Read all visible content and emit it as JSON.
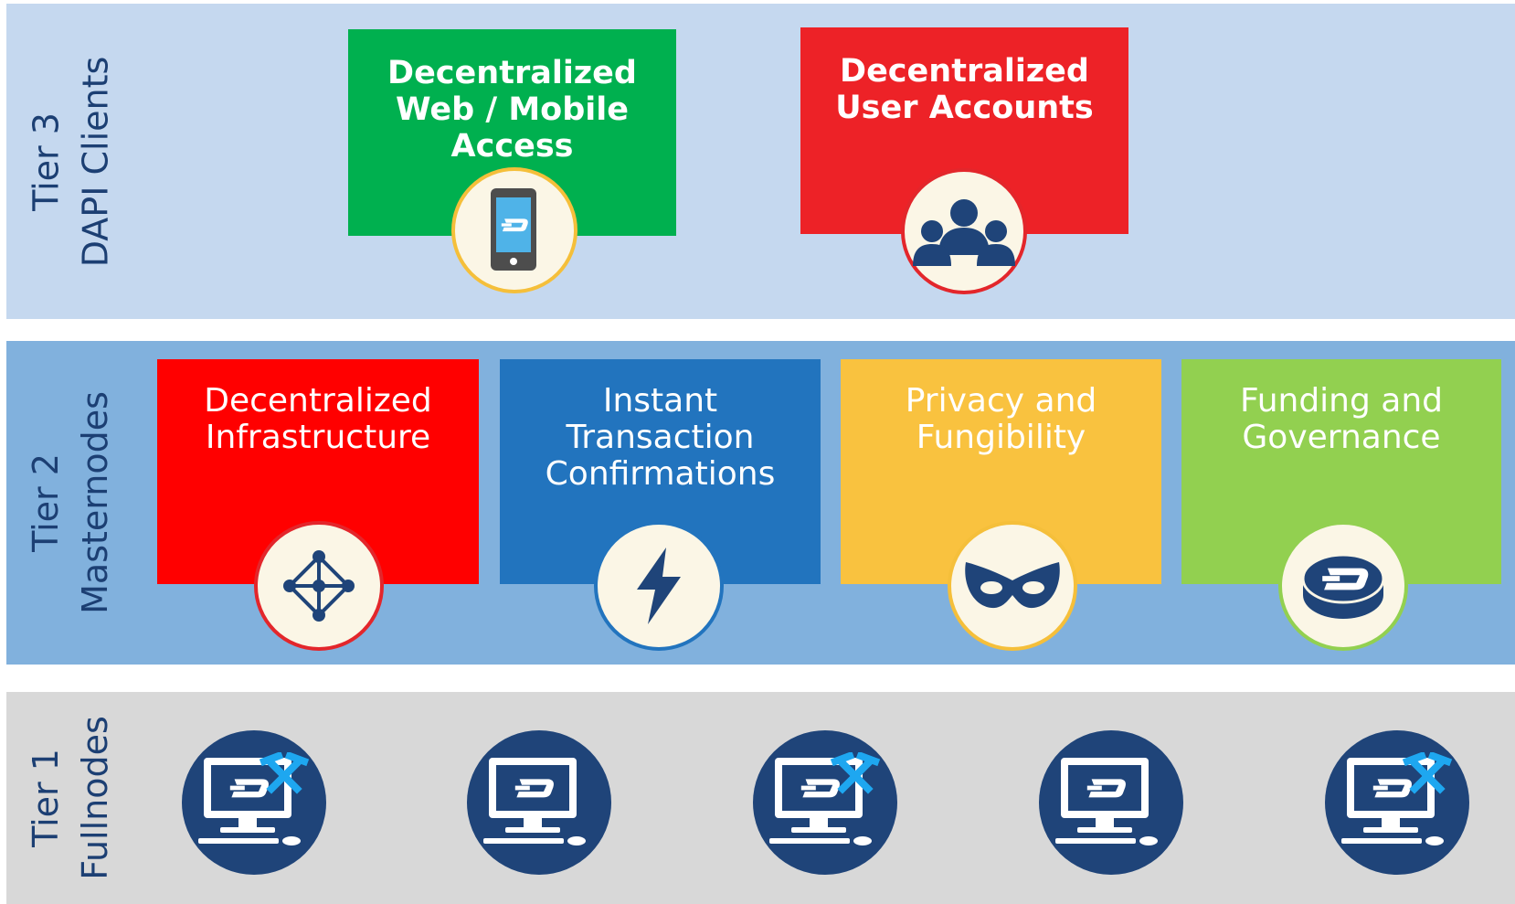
{
  "tiers": [
    {
      "label_lines": [
        "Tier 3",
        "DAPI Clients"
      ]
    },
    {
      "label_lines": [
        "Tier 2",
        "Masternodes"
      ]
    },
    {
      "label_lines": [
        "Tier 1",
        "Fullnodes"
      ]
    }
  ],
  "tier3_cards": [
    {
      "title_lines": [
        "Decentralized",
        "Web / Mobile",
        "Access"
      ],
      "color": "#00b04f",
      "icon": "smartphone-icon"
    },
    {
      "title_lines": [
        "Decentralized",
        "User Accounts"
      ],
      "color": "#ed2227",
      "icon": "users-icon"
    }
  ],
  "tier2_cards": [
    {
      "title_lines": [
        "Decentralized",
        "Infrastructure"
      ],
      "color": "#ff0000",
      "icon": "network-icon"
    },
    {
      "title_lines": [
        "Instant",
        "Transaction",
        "Confirmations"
      ],
      "color": "#2274be",
      "icon": "lightning-icon"
    },
    {
      "title_lines": [
        "Privacy and",
        "Fungibility"
      ],
      "color": "#f9c23f",
      "icon": "mask-icon"
    },
    {
      "title_lines": [
        "Funding and",
        "Governance"
      ],
      "color": "#92d050",
      "icon": "dash-coin-icon"
    }
  ],
  "tier1_nodes": [
    {
      "icon": "computer-icon",
      "mining": true
    },
    {
      "icon": "computer-icon",
      "mining": false
    },
    {
      "icon": "computer-icon",
      "mining": true
    },
    {
      "icon": "computer-icon",
      "mining": false
    },
    {
      "icon": "computer-icon",
      "mining": true
    }
  ],
  "colors": {
    "tier3_bg": "#c5d8ef",
    "tier2_bg": "#81b1dd",
    "tier1_bg": "#d8d8d8",
    "node_blue": "#1f4479",
    "badge_bg": "#fbf6e6",
    "label_text": "#1c3f73",
    "hammer_blue": "#0ea5e9"
  }
}
